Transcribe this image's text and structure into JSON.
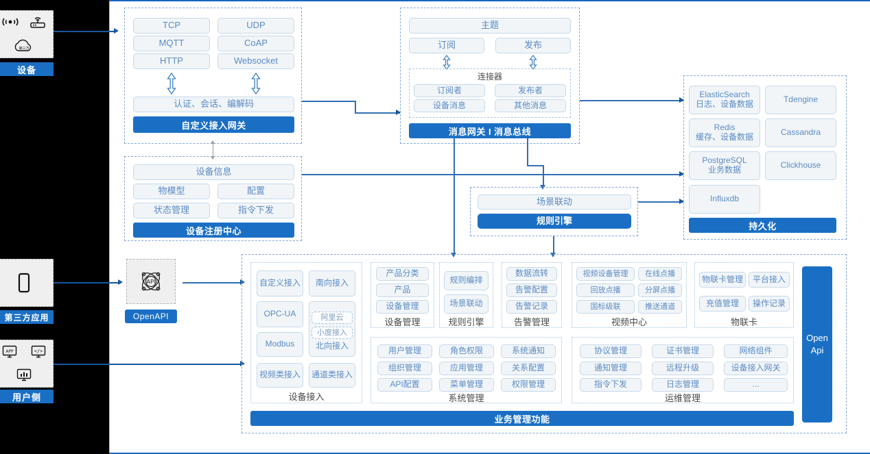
{
  "left_rail": {
    "items": [
      {
        "label": "设备",
        "icons": [
          "signal-wave-icon",
          "router-icon",
          "cloud-icon"
        ]
      },
      {
        "label": "第三方应用",
        "icons": [
          "mobile-phone-icon"
        ]
      },
      {
        "label": "用户侧",
        "icons": [
          "app-window-icon",
          "code-window-icon",
          "chart-window-icon"
        ]
      }
    ]
  },
  "openapi": {
    "icon": "api-atom-icon",
    "label": "OpenAPI"
  },
  "gateway": {
    "protocols": [
      "TCP",
      "UDP",
      "MQTT",
      "CoAP",
      "HTTP",
      "Websocket"
    ],
    "middle": "认证、会话、编解码",
    "footer": "自定义接入网关"
  },
  "message_bus": {
    "topic": "主题",
    "subscribe": "订阅",
    "publish": "发布",
    "connector_title": "连接器",
    "connector_items": [
      "订阅者",
      "发布者",
      "设备消息",
      "其他消息"
    ],
    "footer": "消息网关 I 消息总线"
  },
  "device_registry": {
    "info": "设备信息",
    "items": [
      "物模型",
      "配置",
      "状态管理",
      "指令下发"
    ],
    "footer": "设备注册中心"
  },
  "rule_engine": {
    "scene": "场景联动",
    "footer": "规则引擎"
  },
  "persistence": {
    "items": [
      {
        "name": "ElasticSearch",
        "sub": "日志、设备数据"
      },
      {
        "name": "Tdengine",
        "sub": ""
      },
      {
        "name": "Redis",
        "sub": "缓存、设备数据"
      },
      {
        "name": "Cassandra",
        "sub": ""
      },
      {
        "name": "PostgreSQL",
        "sub": "业务数据"
      },
      {
        "name": "Clickhouse",
        "sub": ""
      },
      {
        "name": "Influxdb",
        "sub": ""
      }
    ],
    "footer": "持久化"
  },
  "business": {
    "footer": "业务管理功能",
    "open_api_side": "Open Api",
    "columns": [
      {
        "title": "设备接入",
        "items": [
          "自定义接入",
          "南向接入",
          "OPC-UA",
          "阿里云",
          "小度接入",
          "北向接入",
          "Modbus",
          "视频类接入",
          "通道类接入"
        ]
      },
      {
        "title": "设备管理",
        "items": [
          "产品分类",
          "产品",
          "设备管理"
        ]
      },
      {
        "title": "规则引擎",
        "items": [
          "规则编排",
          "场景联动"
        ]
      },
      {
        "title": "告警管理",
        "items": [
          "数据流转",
          "告警配置",
          "告警记录"
        ]
      },
      {
        "title": "视频中心",
        "items": [
          "视频设备管理",
          "在线点播",
          "回放点播",
          "分屏点播",
          "国标级联",
          "推送通道"
        ]
      },
      {
        "title": "物联卡",
        "items": [
          "物联卡管理",
          "平台接入",
          "充值管理",
          "操作记录"
        ]
      },
      {
        "title": "系统管理",
        "items": [
          "用户管理",
          "角色权限",
          "系统通知",
          "组织管理",
          "应用管理",
          "关系配置",
          "API配置",
          "菜单管理",
          "权限管理"
        ]
      },
      {
        "title": "运维管理",
        "items": [
          "协议管理",
          "证书管理",
          "网络组件",
          "通知管理",
          "远程升级",
          "设备接入网关",
          "指令下发",
          "日志管理",
          "..."
        ]
      }
    ]
  },
  "colors": {
    "accent": "#1a6fc4",
    "line": "#2f6fb5",
    "pill_text": "#5b8ac4",
    "pill_bg": "#f1f5f8",
    "pill_border": "#c5d9ea",
    "dash_border": "#7fa8d8",
    "rail_bg": "#000000"
  }
}
